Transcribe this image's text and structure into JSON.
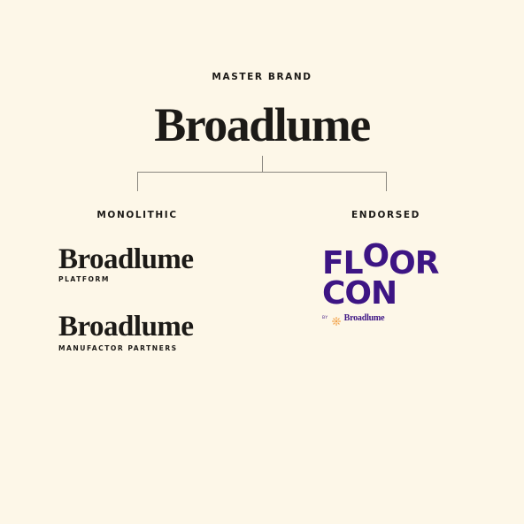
{
  "master": {
    "eyebrow": "MASTER BRAND",
    "logo": "Broadlume"
  },
  "branches": {
    "monolithic": {
      "label": "MONOLITHIC",
      "items": [
        {
          "logo": "Broadlume",
          "sub": "PLATFORM"
        },
        {
          "logo": "Broadlume",
          "sub": "MANUFACTOR PARTNERS"
        }
      ]
    },
    "endorsed": {
      "label": "ENDORSED",
      "logo_line1": [
        "F",
        "L",
        "O",
        "O",
        "R"
      ],
      "logo_line2": "CON",
      "by": "BY",
      "by_brand": "Broadlume"
    }
  },
  "colors": {
    "background": "#fdf7e8",
    "ink": "#1c1a17",
    "connector": "#8a8780",
    "floorcon_purple": "#3d1584",
    "sun_icon": "#f2a24a"
  },
  "icons": {
    "byline_mark": "sun-icon"
  }
}
